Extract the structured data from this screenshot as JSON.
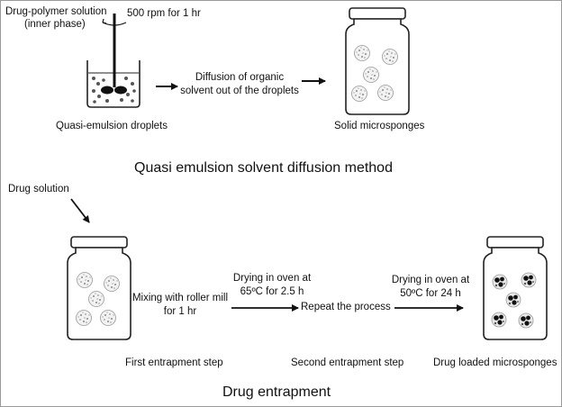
{
  "top": {
    "drug_polymer_label": "Drug-polymer solution",
    "inner_phase_label": "(inner phase)",
    "stir_label": "500 rpm for 1 hr",
    "diffusion_line1": "Diffusion of organic",
    "diffusion_line2": "solvent out of the droplets",
    "quasi_droplets_label": "Quasi-emulsion droplets",
    "solid_microsponges_label": "Solid microsponges",
    "method_title": "Quasi emulsion solvent diffusion method"
  },
  "bottom": {
    "drug_solution_label": "Drug solution",
    "mixing_line1": "Mixing with roller mill",
    "mixing_line2": "for 1 hr",
    "drying1_line1": "Drying in oven at",
    "drying1_line2": "65ºC for 2.5 h",
    "repeat_label": "Repeat the process",
    "drying2_line1": "Drying in oven at",
    "drying2_line2": "50ºC for 24 h",
    "first_step_label": "First entrapment step",
    "second_step_label": "Second entrapment step",
    "drug_loaded_label": "Drug loaded microsponges",
    "section_title": "Drug entrapment"
  }
}
